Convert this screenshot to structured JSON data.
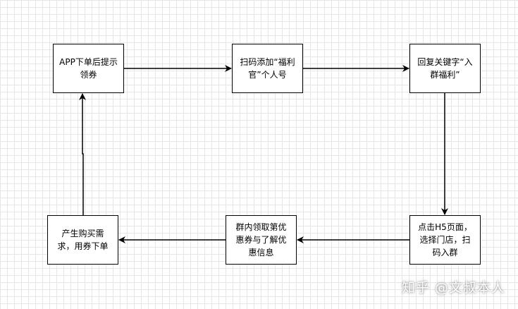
{
  "nodes": {
    "n1": "APP下单后提示领券",
    "n2": "扫码添加“福利官”个人号",
    "n3": "回复关键字“入群福利”",
    "n4": "点击H5页面，选择门店，扫码入群",
    "n5": "群内领取第优惠券与了解优惠信息",
    "n6": "产生购买需求，用券下单"
  },
  "watermark": "知乎 @文叔本人",
  "colors": {
    "stroke": "#000000",
    "grid": "#e6e6e6",
    "background": "#ffffff"
  }
}
